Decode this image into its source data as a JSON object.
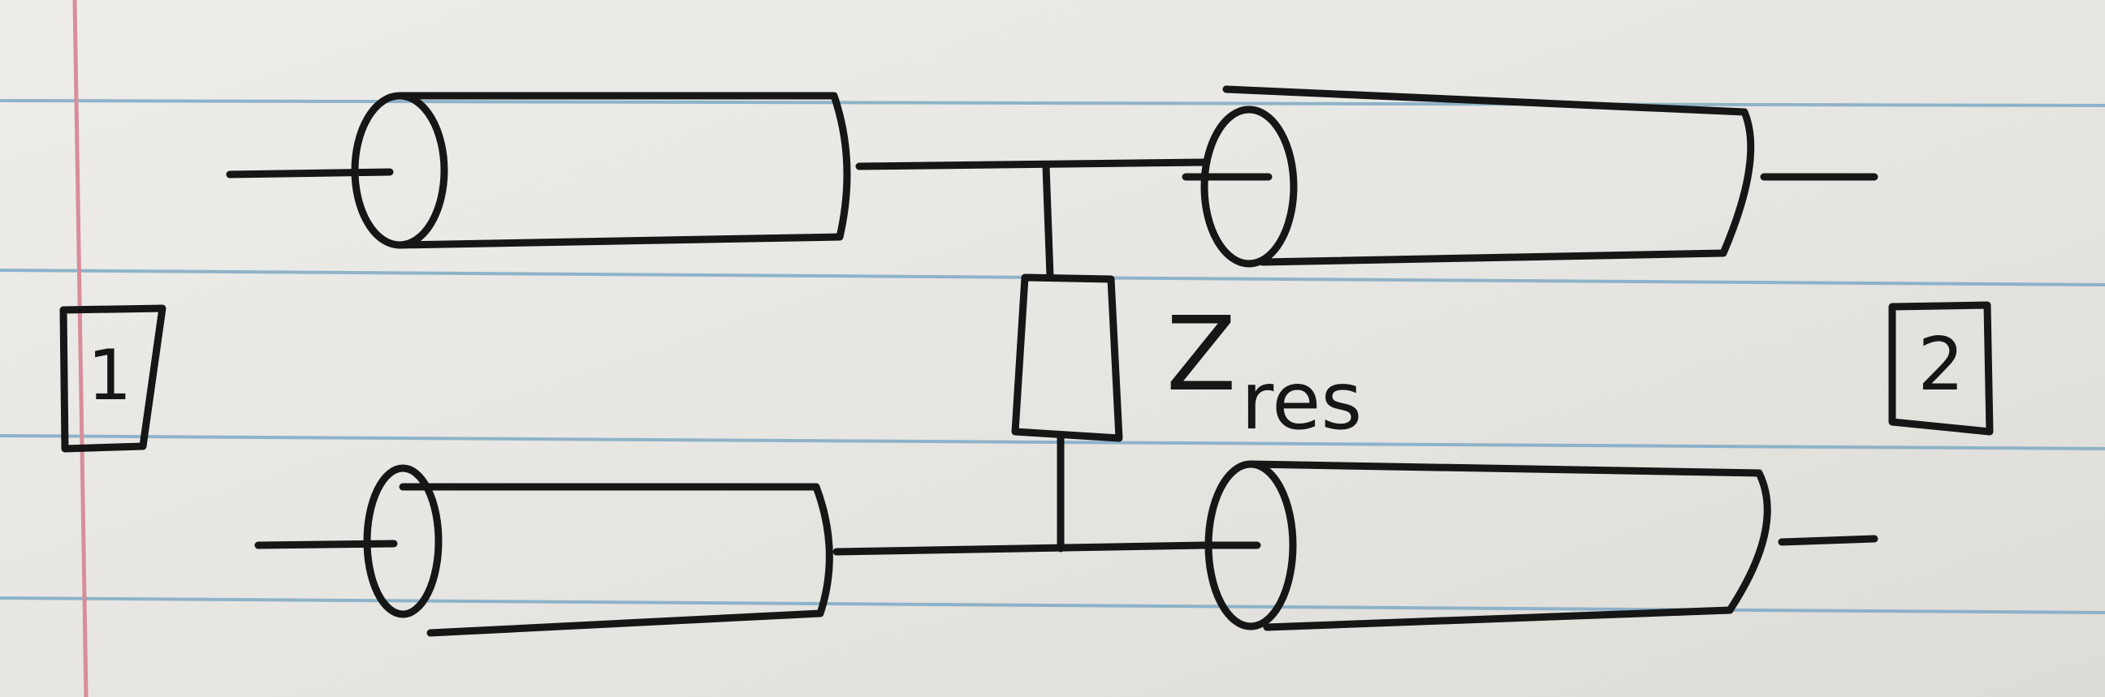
{
  "colors": {
    "paper": "#e9e8e4",
    "ink": "#161616",
    "ruled_line": "#7ea9c6",
    "margin_line": "#d88d9a"
  },
  "labels": {
    "port_left": "1",
    "port_right": "2",
    "impedance_main": "Z",
    "impedance_sub": "res"
  }
}
